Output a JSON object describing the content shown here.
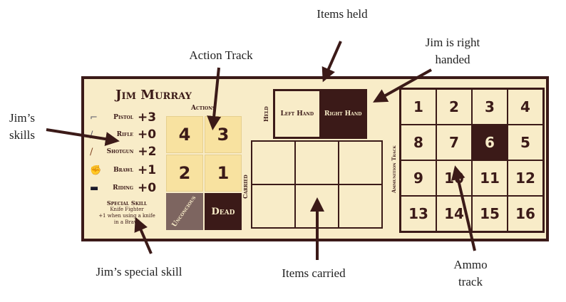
{
  "annotations": {
    "items_held": "Items held",
    "action_track": "Action Track",
    "right_handed": "Jim is right handed",
    "skills": "Jim’s skills",
    "special_skill": "Jim’s special skill",
    "items_carried": "Items carried",
    "ammo_track": "Ammo track"
  },
  "card": {
    "name": "Jim Murray",
    "skills": [
      {
        "name": "Pistol",
        "bonus": "+3",
        "icon": "pistol-icon"
      },
      {
        "name": "Rifle",
        "bonus": "+0",
        "icon": "rifle-icon"
      },
      {
        "name": "Shotgun",
        "bonus": "+2",
        "icon": "shotgun-icon"
      },
      {
        "name": "Brawl",
        "bonus": "+1",
        "icon": "fist-icon"
      },
      {
        "name": "Riding",
        "bonus": "+0",
        "icon": "saddle-icon"
      }
    ],
    "special_skill": {
      "title": "Special Skill",
      "name": "Knife Fighter",
      "line1": "+1 when using a knife",
      "line2": "in a Brawl"
    },
    "actions": {
      "label": "Actions",
      "cells": [
        "4",
        "3",
        "2",
        "1"
      ],
      "unconscious": "Unconcious",
      "dead": "Dead"
    },
    "held": {
      "label": "Held",
      "left": "Left Hand",
      "right": "Right Hand"
    },
    "carried": {
      "label": "Carried"
    },
    "ammo": {
      "label": "Ammunition Track",
      "cells": [
        "1",
        "2",
        "3",
        "4",
        "8",
        "7",
        "6",
        "5",
        "9",
        "10",
        "11",
        "12",
        "13",
        "14",
        "15",
        "16"
      ],
      "current": "6"
    }
  },
  "colors": {
    "dark": "#3b1a18",
    "card": "#f8ecc8",
    "action": "#f8e2a0",
    "unconscious": "#7d6560"
  }
}
